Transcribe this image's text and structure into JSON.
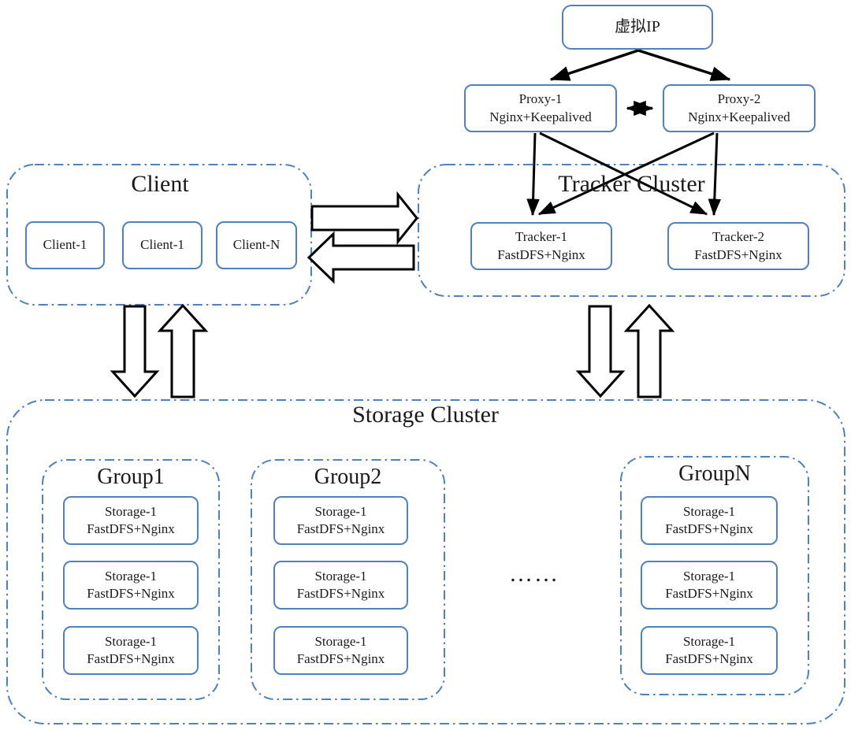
{
  "diagram": {
    "vip": {
      "label": "虚拟IP"
    },
    "proxies": [
      {
        "line1": "Proxy-1",
        "line2": "Nginx+Keepalived"
      },
      {
        "line1": "Proxy-2",
        "line2": "Nginx+Keepalived"
      }
    ],
    "client_cluster": {
      "title": "Client",
      "nodes": [
        {
          "label": "Client-1"
        },
        {
          "label": "Client-1"
        },
        {
          "label": "Client-N"
        }
      ]
    },
    "tracker_cluster": {
      "title": "Tracker Cluster",
      "nodes": [
        {
          "line1": "Tracker-1",
          "line2": "FastDFS+Nginx"
        },
        {
          "line1": "Tracker-2",
          "line2": "FastDFS+Nginx"
        }
      ]
    },
    "storage_cluster": {
      "title": "Storage Cluster",
      "ellipsis": "……",
      "groups": [
        {
          "title": "Group1",
          "nodes": [
            {
              "line1": "Storage-1",
              "line2": "FastDFS+Nginx"
            },
            {
              "line1": "Storage-1",
              "line2": "FastDFS+Nginx"
            },
            {
              "line1": "Storage-1",
              "line2": "FastDFS+Nginx"
            }
          ]
        },
        {
          "title": "Group2",
          "nodes": [
            {
              "line1": "Storage-1",
              "line2": "FastDFS+Nginx"
            },
            {
              "line1": "Storage-1",
              "line2": "FastDFS+Nginx"
            },
            {
              "line1": "Storage-1",
              "line2": "FastDFS+Nginx"
            }
          ]
        },
        {
          "title": "GroupN",
          "nodes": [
            {
              "line1": "Storage-1",
              "line2": "FastDFS+Nginx"
            },
            {
              "line1": "Storage-1",
              "line2": "FastDFS+Nginx"
            },
            {
              "line1": "Storage-1",
              "line2": "FastDFS+Nginx"
            }
          ]
        }
      ]
    }
  },
  "colors": {
    "box_border": "#4f81bd",
    "cluster_border": "#4f81bd",
    "arrow": "#000000",
    "text": "#1a1a1a",
    "background": "#ffffff"
  }
}
